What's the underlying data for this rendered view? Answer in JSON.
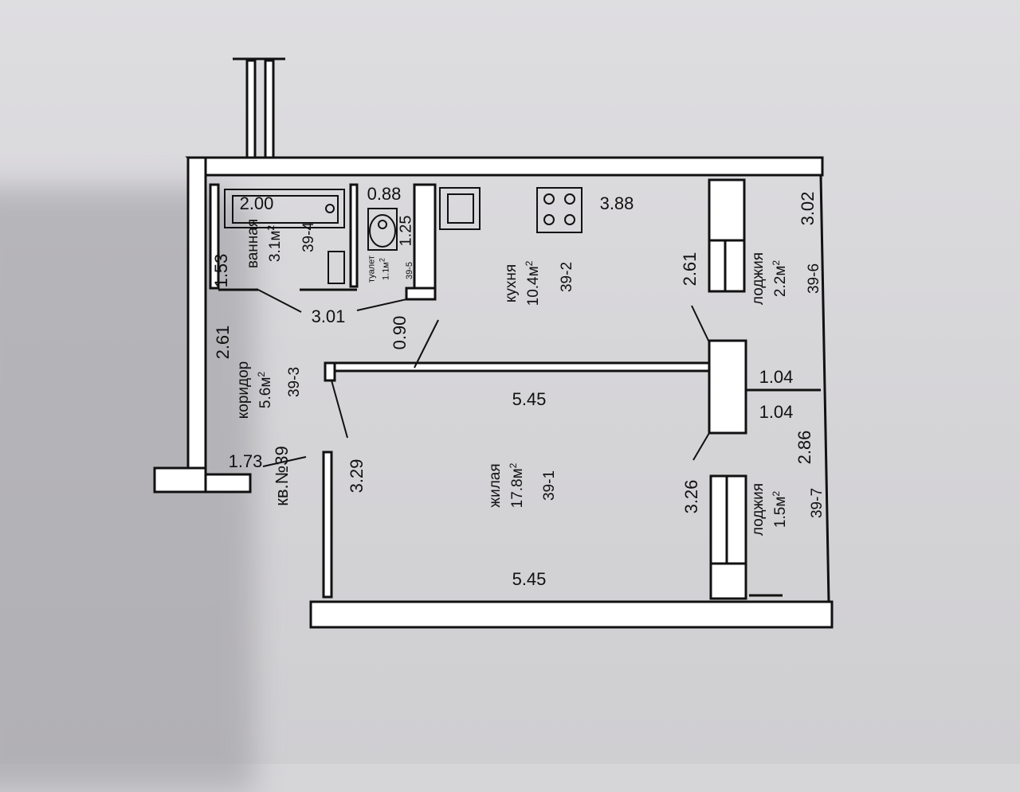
{
  "apartment_label": "кв.№39",
  "rooms": {
    "bathroom": {
      "code": "39-4",
      "name": "ванная",
      "area": "3.1м",
      "sq": "2"
    },
    "toilet": {
      "code": "39-5",
      "name": "туалет",
      "area": "1.1м",
      "sq": "2"
    },
    "kitchen": {
      "code": "39-2",
      "name": "кухня",
      "area": "10.4м",
      "sq": "2"
    },
    "corridor": {
      "code": "39-3",
      "name": "коридор",
      "area": "5.6м",
      "sq": "2"
    },
    "living": {
      "code": "39-1",
      "name": "жилая",
      "area": "17.8м",
      "sq": "2"
    },
    "loggia1": {
      "code": "39-6",
      "name": "лоджия",
      "area": "2.2м",
      "sq": "2"
    },
    "loggia2": {
      "code": "39-7",
      "name": "лоджия",
      "area": "1.5м",
      "sq": "2"
    }
  },
  "dimensions": {
    "bath_length": "2.00",
    "toilet_width": "0.88",
    "toilet_len": "1.25",
    "bath_width": "1.53",
    "bath_corr": "3.01",
    "kitchen_door": "0.90",
    "kitchen_len": "3.88",
    "kitchen_width": "2.61",
    "corridor_len": "2.61",
    "entry_width": "1.73",
    "living_width": "3.29",
    "living_len_top": "5.45",
    "living_len_bottom": "5.45",
    "living_right": "3.26",
    "loggia1_len": "3.02",
    "loggia2_len": "2.86",
    "pier_top": "1.04",
    "pier_bottom": "1.04"
  }
}
